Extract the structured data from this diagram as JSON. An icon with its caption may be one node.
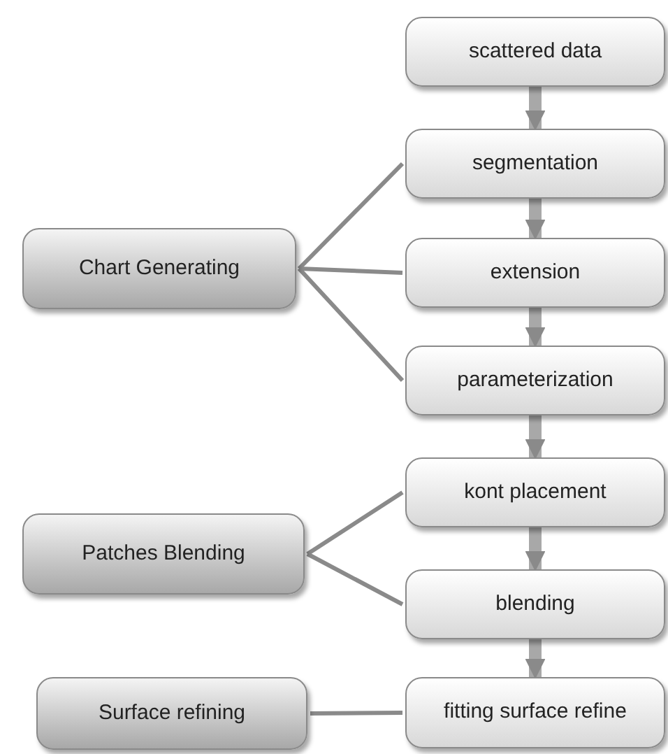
{
  "diagram": {
    "nodes": [
      {
        "text": [
          "scattered data"
        ]
      },
      {
        "text": [
          "segmentation"
        ]
      },
      {
        "text": [
          "Chart Generating"
        ]
      },
      {
        "text": [
          "extension"
        ]
      },
      {
        "text": [
          "parameterization"
        ]
      },
      {
        "text": [
          "kont placement"
        ]
      },
      {
        "text": [
          "Patches Blending"
        ]
      },
      {
        "text": [
          "blending"
        ]
      },
      {
        "text": [
          "Surface refining"
        ]
      },
      {
        "text": [
          "fitting surface refine"
        ]
      }
    ],
    "edges": [
      {
        "from": 0,
        "to": 1,
        "arrow": "to",
        "style": "thick"
      },
      {
        "from": 1,
        "to": 3,
        "arrow": "to",
        "style": "thick"
      },
      {
        "from": 3,
        "to": 4,
        "arrow": "to",
        "style": "thick"
      },
      {
        "from": 4,
        "to": 5,
        "arrow": "to",
        "style": "thick"
      },
      {
        "from": 5,
        "to": 7,
        "arrow": "to",
        "style": "thick"
      },
      {
        "from": 7,
        "to": 9,
        "arrow": "to",
        "style": "thick"
      },
      {
        "from": 2,
        "to": 1,
        "arrow": "none"
      },
      {
        "from": 2,
        "to": 3,
        "arrow": "none"
      },
      {
        "from": 2,
        "to": 4,
        "arrow": "none"
      },
      {
        "from": 6,
        "to": 5,
        "arrow": "none"
      },
      {
        "from": 6,
        "to": 7,
        "arrow": "none"
      },
      {
        "from": 8,
        "to": 9,
        "arrow": "none"
      }
    ]
  }
}
